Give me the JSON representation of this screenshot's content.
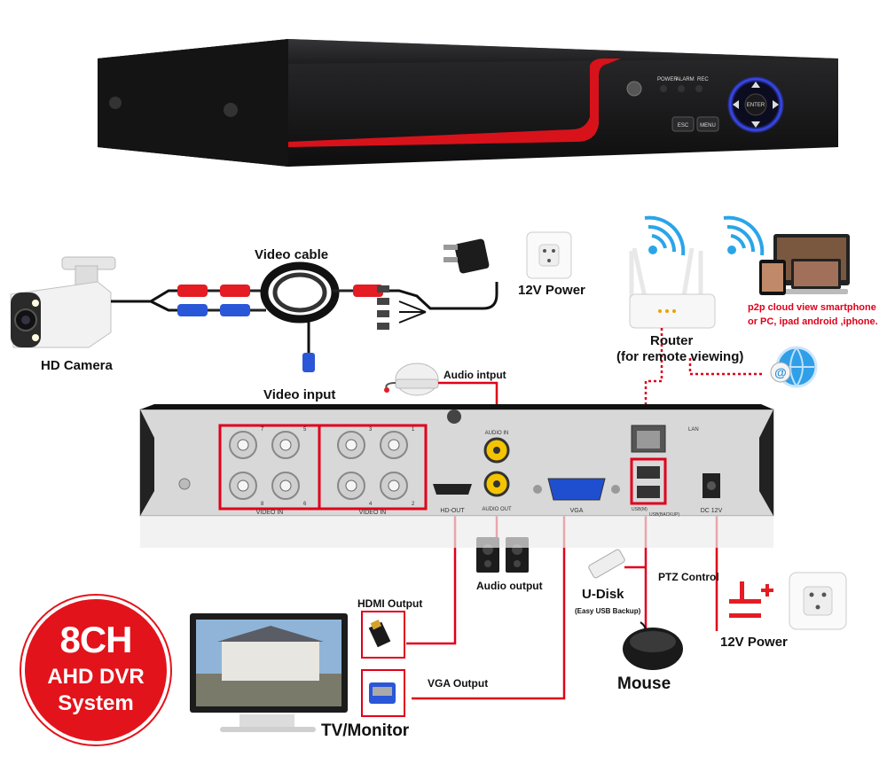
{
  "dvr_front": {
    "indicators": [
      "POWER",
      "ALARM",
      "REC"
    ],
    "buttons": [
      "ESC",
      "MENU"
    ],
    "dpad_center": "ENTER"
  },
  "labels": {
    "video_cable": "Video cable",
    "hd_camera": "HD Camera",
    "video_input": "Video input",
    "power_top": "12V Power",
    "router": "Router",
    "router_sub": "(for remote viewing)",
    "p2p_line1": "p2p cloud  view smartphone",
    "p2p_line2": "or PC, ipad android ,iphone.",
    "audio_input": "Audio intput",
    "audio_output": "Audio output",
    "hdmi_output": "HDMI Output",
    "vga_output": "VGA Output",
    "tv_monitor": "TV/Monitor",
    "udisk": "U-Disk",
    "udisk_sub": "(Easy USB Backup)",
    "ptz": "PTZ Control",
    "mouse": "Mouse",
    "power_bottom": "12V Power"
  },
  "rear_panel": {
    "video_in_left": "VIDEO IN",
    "video_in_right": "VIDEO IN",
    "ch_numbers_left": [
      "7",
      "5",
      "8",
      "6"
    ],
    "ch_numbers_right": [
      "3",
      "1",
      "4",
      "2"
    ],
    "audio_in": "AUDIO IN",
    "audio_out": "AUDIO OUT",
    "hd_out": "HD-OUT",
    "vga": "VGA",
    "lan": "LAN",
    "usb_mouse": "USB(M)",
    "usb_backup": "USB(BACKUP)",
    "dc": "DC 12V"
  },
  "badge": {
    "line1": "8CH",
    "line2": "AHD DVR",
    "line3": "System"
  },
  "colors": {
    "accent_red": "#e3131b",
    "wire_red": "#e0001a",
    "device_dark": "#1c1c1e",
    "panel_grey": "#d6d6d6"
  }
}
